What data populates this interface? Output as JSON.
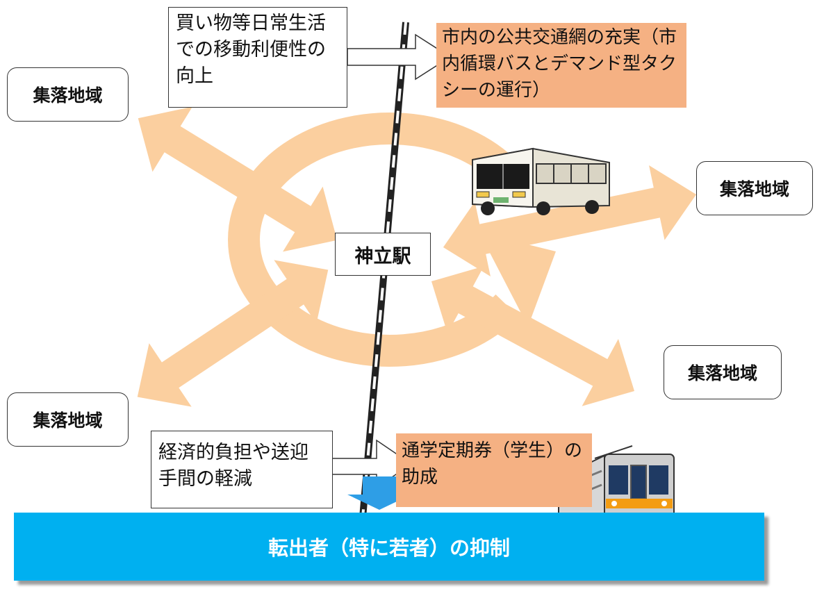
{
  "colors": {
    "arrow": "#fbcf9f",
    "orange_box": "#f5b183",
    "banner": "#00b0f0",
    "banner_down_arrow": "#2e9ee6"
  },
  "nodes": {
    "station": "神立駅",
    "village_top_left": "集落地域",
    "village_right": "集落地域",
    "village_bottom_left": "集落地域",
    "village_bottom_right": "集落地域"
  },
  "callouts": {
    "mobility": "買い物等日常生活での移動利便性の向上",
    "cost": "経済的負担や送迎手間の軽減"
  },
  "measures": {
    "public_transport": "市内の公共交通網の充実（市内循環バスとデマンド型タクシーの運行）",
    "commuter_pass": "通学定期券（学生）の助成"
  },
  "banner": {
    "text": "転出者（特に若者）の抑制"
  },
  "icons": {
    "bus": "bus-icon",
    "train": "train-icon"
  }
}
